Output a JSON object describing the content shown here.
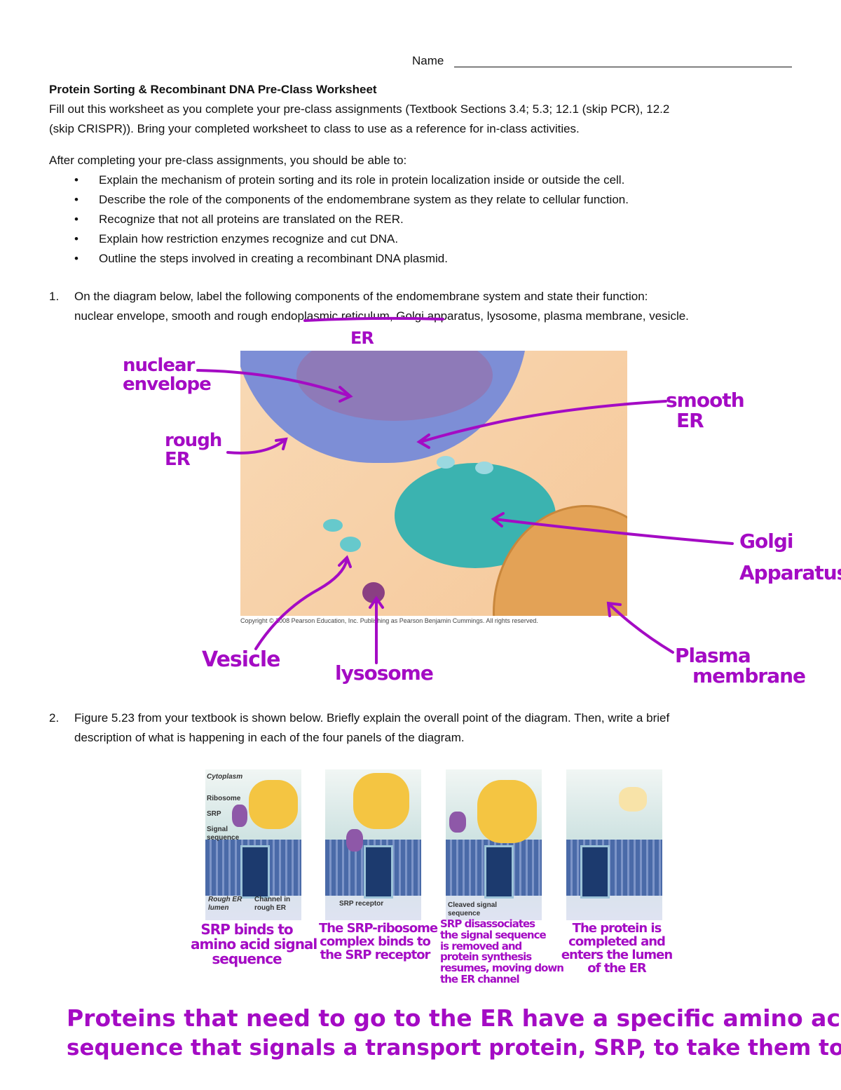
{
  "header": {
    "name_label": "Name"
  },
  "title": "Protein Sorting & Recombinant DNA Pre-Class Worksheet",
  "intro": [
    "Fill out this worksheet as you complete your pre-class assignments (Textbook Sections 3.4; 5.3; 12.1 (skip PCR), 12.2",
    "(skip CRISPR)). Bring your completed worksheet to class to use as a reference for in-class activities."
  ],
  "objectives_intro": "After completing your pre-class assignments, you should be able to:",
  "objectives": [
    "Explain the mechanism of protein sorting and its role in protein localization inside or outside the cell.",
    "Describe the role of the components of the endomembrane system as they relate to cellular function.",
    "Recognize that not all proteins are translated on the RER.",
    "Explain how restriction enzymes recognize and cut DNA.",
    "Outline the steps involved in creating a recombinant DNA plasmid."
  ],
  "q1": {
    "number": "1.",
    "line1": "On the diagram below, label the following components of the endomembrane system and state their function:",
    "line2": "nuclear envelope, smooth and rough endoplasmic reticulum, Golgi apparatus, lysosome, plasma membrane, vesicle.",
    "copyright": "Copyright © 2008 Pearson Education, Inc. Publishing as Pearson Benjamin Cummings. All rights reserved.",
    "handwritten": {
      "er": "ER",
      "nuclear_envelope": [
        "nuclear",
        "envelope"
      ],
      "rough_er": [
        "rough",
        "ER"
      ],
      "smooth_er": [
        "smooth",
        "ER"
      ],
      "golgi": [
        "Golgi",
        "Apparatus"
      ],
      "vesicle": "Vesicle",
      "lysosome": "lysosome",
      "plasma_membrane": [
        "Plasma",
        "membrane"
      ]
    }
  },
  "q2": {
    "number": "2.",
    "line1": "Figure 5.23 from your textbook is shown below. Briefly explain the overall point of the diagram. Then, write a brief",
    "line2": "description of what is happening in each of the four panels of the diagram.",
    "figure_labels": {
      "cytoplasm": "Cytoplasm",
      "ribosome": "Ribosome",
      "srp": "SRP",
      "signal": "Signal sequence",
      "lumen": "Rough ER lumen",
      "channel": "Channel in rough ER",
      "receptor": "SRP receptor",
      "cleaved": "Cleaved signal sequence"
    },
    "captions": [
      [
        "SRP binds to",
        "amino acid signal",
        "sequence"
      ],
      [
        "The SRP-ribosome",
        "complex binds to",
        "the SRP receptor"
      ],
      [
        "SRP disassociates",
        "the signal sequence",
        "is removed and",
        "protein synthesis",
        "resumes, moving down",
        "the ER channel"
      ],
      [
        "The protein is",
        "completed and",
        "enters the lumen",
        "of the ER"
      ]
    ],
    "answer": [
      "Proteins that need to go to the ER have a specific amino acid",
      "sequence that signals a transport protein, SRP, to take them to the ER."
    ]
  },
  "colors": {
    "ink": "#a40bc4"
  }
}
